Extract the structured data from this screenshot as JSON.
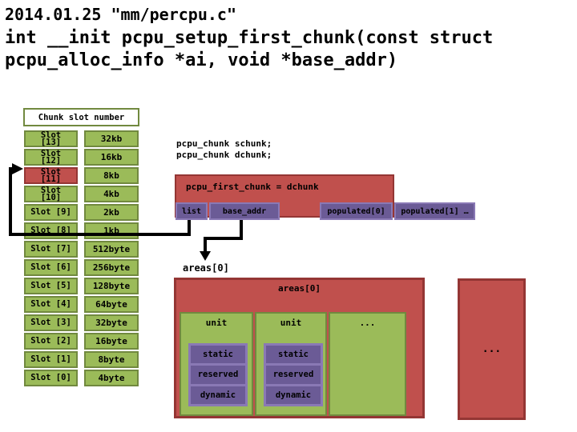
{
  "header": {
    "date_file": "2014.01.25 \"mm/percpu.c\""
  },
  "title": "int __init pcpu_setup_first_chunk(const struct pcpu_alloc_info *ai, void *base_addr)",
  "slot_table": {
    "header": "Chunk slot number",
    "highlighted_slot": "Slot [11]",
    "rows": [
      {
        "slot": "Slot [13]",
        "size": "32kb"
      },
      {
        "slot": "Slot [12]",
        "size": "16kb"
      },
      {
        "slot": "Slot [11]",
        "size": "8kb"
      },
      {
        "slot": "Slot [10]",
        "size": "4kb"
      },
      {
        "slot": "Slot [9]",
        "size": "2kb"
      },
      {
        "slot": "Slot [8]",
        "size": "1kb"
      },
      {
        "slot": "Slot [7]",
        "size": "512byte"
      },
      {
        "slot": "Slot [6]",
        "size": "256byte"
      },
      {
        "slot": "Slot [5]",
        "size": "128byte"
      },
      {
        "slot": "Slot [4]",
        "size": "64byte"
      },
      {
        "slot": "Slot [3]",
        "size": "32byte"
      },
      {
        "slot": "Slot [2]",
        "size": "16byte"
      },
      {
        "slot": "Slot [1]",
        "size": "8byte"
      },
      {
        "slot": "Slot [0]",
        "size": "4byte"
      }
    ]
  },
  "code_decl": {
    "line1": "pcpu_chunk schunk;",
    "line2": "pcpu_chunk dchunk;"
  },
  "first_chunk": {
    "label": "pcpu_first_chunk = dchunk",
    "fields": {
      "list": "list",
      "base_addr": "base_addr",
      "populated0": "populated[0]",
      "populated1": "populated[1] …"
    }
  },
  "areas_label": "areas[0]",
  "areas_box": {
    "label": "areas[0]",
    "units": [
      {
        "label": "unit",
        "segments": [
          "static",
          "reserved",
          "dynamic"
        ]
      },
      {
        "label": "unit",
        "segments": [
          "static",
          "reserved",
          "dynamic"
        ]
      },
      {
        "label": "..."
      }
    ]
  },
  "right_box": {
    "label": "..."
  },
  "colors": {
    "red": "#C0504D",
    "red_border": "#943634",
    "green": "#9BBB59",
    "green_border": "#71893F",
    "purple": "#6B5B96",
    "purple_border": "#8A79B5"
  }
}
